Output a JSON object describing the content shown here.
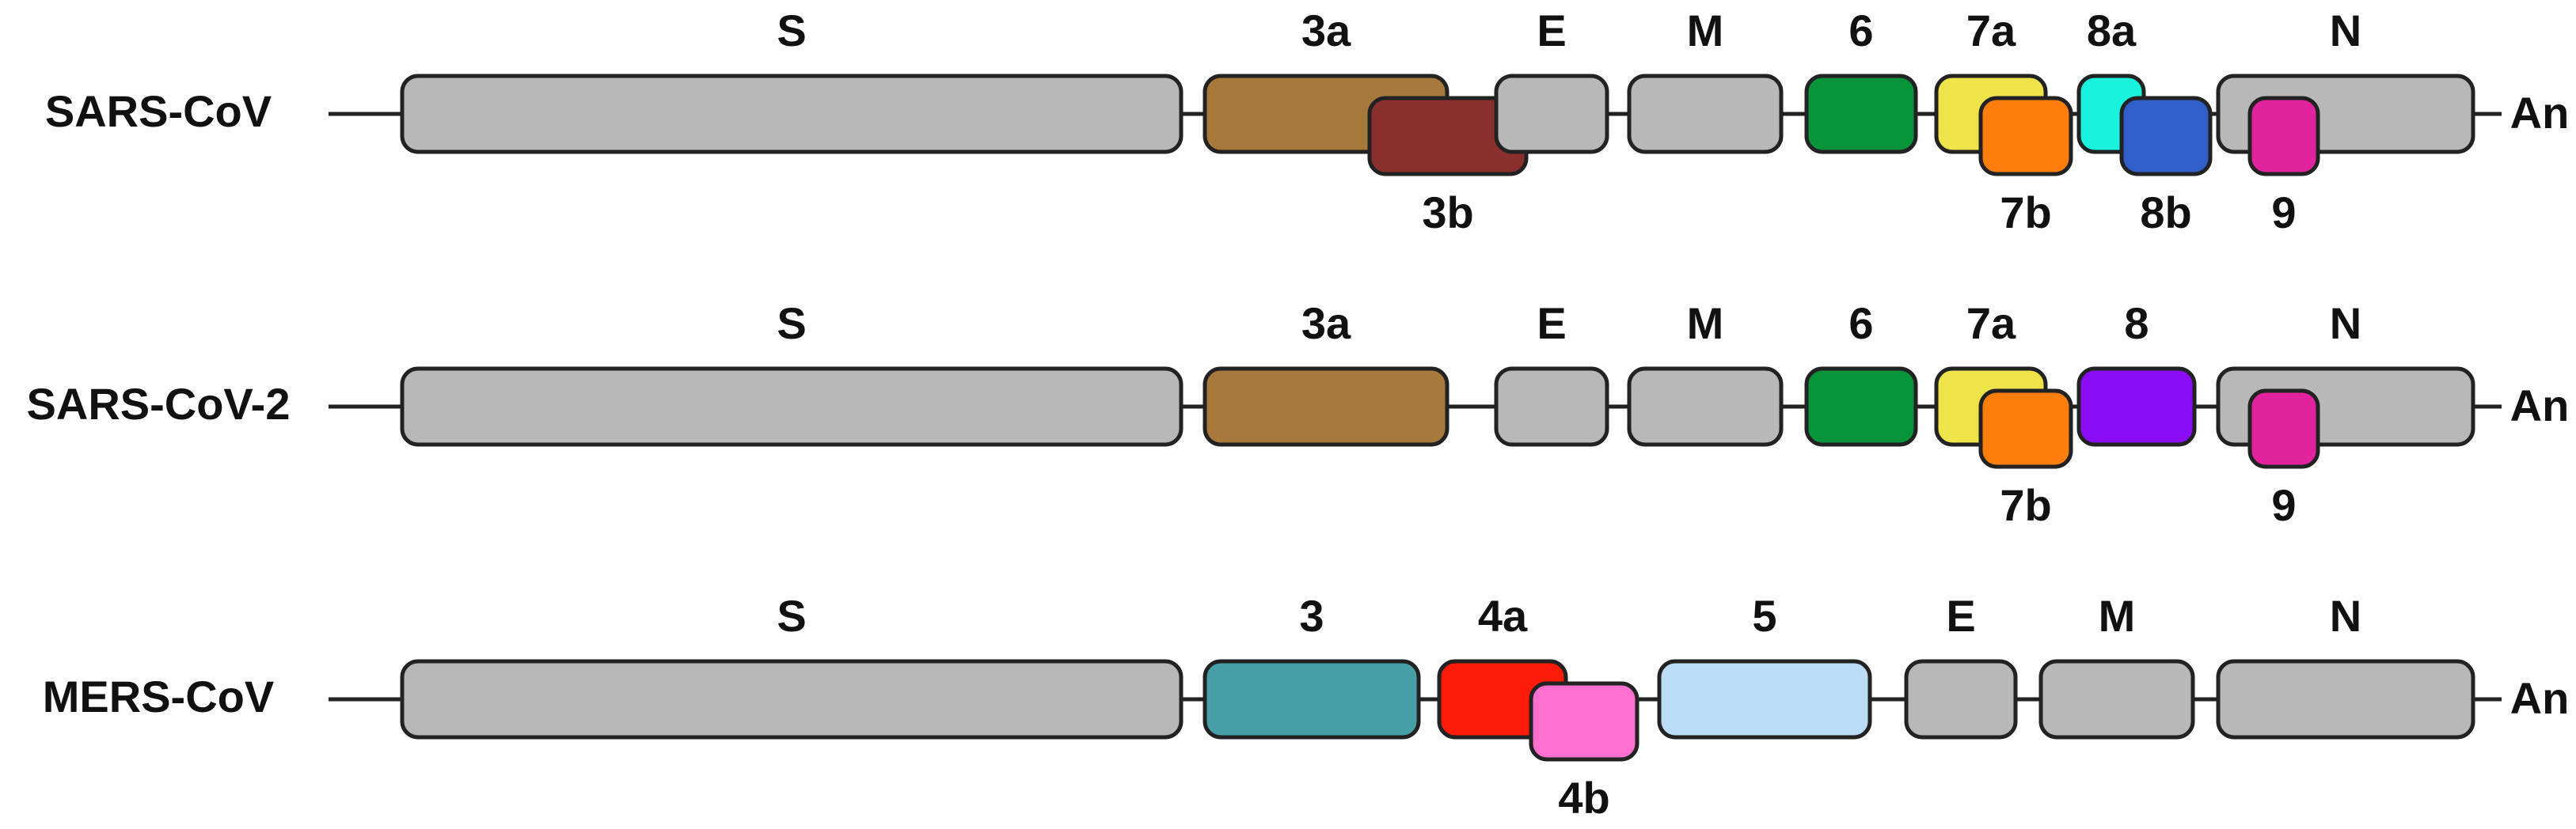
{
  "genomes": [
    {
      "name": "SARS-CoV",
      "end_label": "An",
      "genes": [
        {
          "label": "S",
          "color": "#b8b8b8",
          "label_pos": "above"
        },
        {
          "label": "3a",
          "color": "#a8793c",
          "label_pos": "above"
        },
        {
          "label": "3b",
          "color": "#8b2e2e",
          "label_pos": "below"
        },
        {
          "label": "E",
          "color": "#b8b8b8",
          "label_pos": "above"
        },
        {
          "label": "M",
          "color": "#b8b8b8",
          "label_pos": "above"
        },
        {
          "label": "6",
          "color": "#07933a",
          "label_pos": "above"
        },
        {
          "label": "7a",
          "color": "#efe34a",
          "label_pos": "above"
        },
        {
          "label": "7b",
          "color": "#ff7e0c",
          "label_pos": "below"
        },
        {
          "label": "8a",
          "color": "#19f2dd",
          "label_pos": "above"
        },
        {
          "label": "8b",
          "color": "#305fc8",
          "label_pos": "below"
        },
        {
          "label": "N",
          "color": "#b8b8b8",
          "label_pos": "above"
        },
        {
          "label": "9",
          "color": "#e3239d",
          "label_pos": "below"
        }
      ]
    },
    {
      "name": "SARS-CoV-2",
      "end_label": "An",
      "genes": [
        {
          "label": "S",
          "color": "#b8b8b8",
          "label_pos": "above"
        },
        {
          "label": "3a",
          "color": "#a8793c",
          "label_pos": "above"
        },
        {
          "label": "E",
          "color": "#b8b8b8",
          "label_pos": "above"
        },
        {
          "label": "M",
          "color": "#b8b8b8",
          "label_pos": "above"
        },
        {
          "label": "6",
          "color": "#07933a",
          "label_pos": "above"
        },
        {
          "label": "7a",
          "color": "#efe34a",
          "label_pos": "above"
        },
        {
          "label": "7b",
          "color": "#ff7e0c",
          "label_pos": "below"
        },
        {
          "label": "8",
          "color": "#8b0cf8",
          "label_pos": "above"
        },
        {
          "label": "N",
          "color": "#b8b8b8",
          "label_pos": "above"
        },
        {
          "label": "9",
          "color": "#e3239d",
          "label_pos": "below"
        }
      ]
    },
    {
      "name": "MERS-CoV",
      "end_label": "An",
      "genes": [
        {
          "label": "S",
          "color": "#b8b8b8",
          "label_pos": "above"
        },
        {
          "label": "3",
          "color": "#46a0a8",
          "label_pos": "above"
        },
        {
          "label": "4a",
          "color": "#ff1a0a",
          "label_pos": "above"
        },
        {
          "label": "4b",
          "color": "#ff6fd0",
          "label_pos": "below"
        },
        {
          "label": "5",
          "color": "#bbdcf5",
          "label_pos": "above"
        },
        {
          "label": "E",
          "color": "#b8b8b8",
          "label_pos": "above"
        },
        {
          "label": "M",
          "color": "#b8b8b8",
          "label_pos": "above"
        },
        {
          "label": "N",
          "color": "#b8b8b8",
          "label_pos": "above"
        }
      ]
    }
  ]
}
